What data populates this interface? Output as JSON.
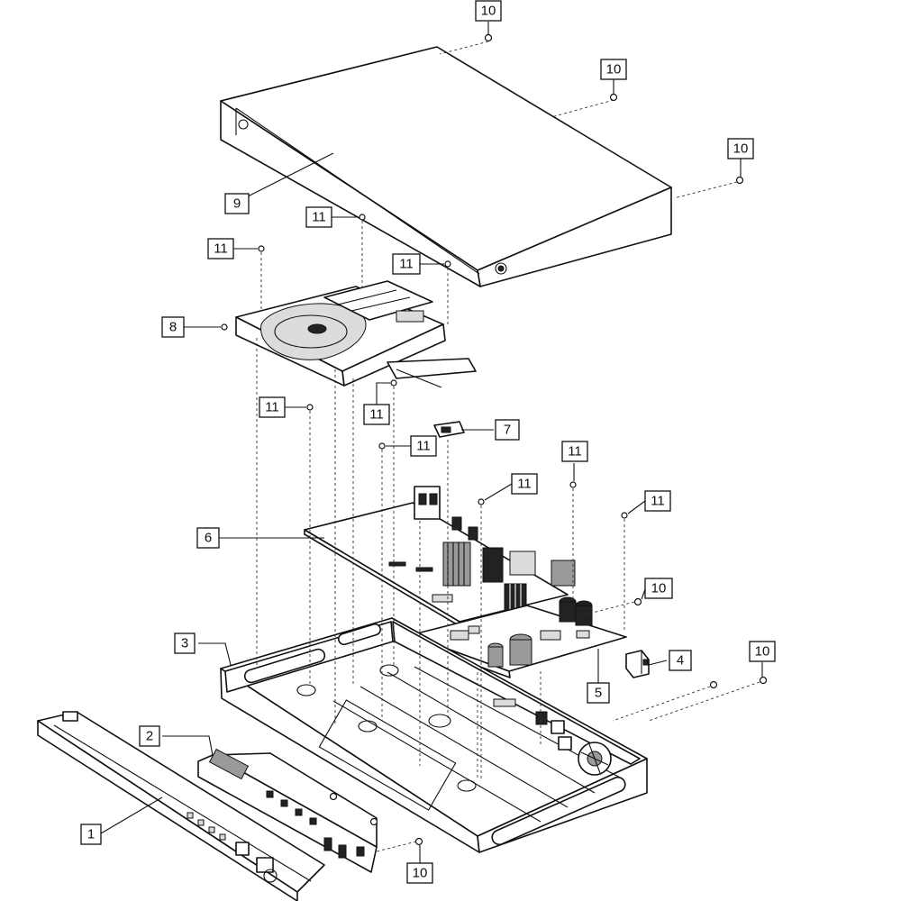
{
  "callouts": [
    {
      "id": "c1",
      "label": "1"
    },
    {
      "id": "c2",
      "label": "2"
    },
    {
      "id": "c3",
      "label": "3"
    },
    {
      "id": "c4",
      "label": "4"
    },
    {
      "id": "c5",
      "label": "5"
    },
    {
      "id": "c6",
      "label": "6"
    },
    {
      "id": "c7",
      "label": "7"
    },
    {
      "id": "c8",
      "label": "8"
    },
    {
      "id": "c9",
      "label": "9"
    },
    {
      "id": "c10a",
      "label": "10"
    },
    {
      "id": "c10b",
      "label": "10"
    },
    {
      "id": "c10c",
      "label": "10"
    },
    {
      "id": "c10d",
      "label": "10"
    },
    {
      "id": "c10e",
      "label": "10"
    },
    {
      "id": "c10f",
      "label": "10"
    },
    {
      "id": "c11a",
      "label": "11"
    },
    {
      "id": "c11b",
      "label": "11"
    },
    {
      "id": "c11c",
      "label": "11"
    },
    {
      "id": "c11d",
      "label": "11"
    },
    {
      "id": "c11e",
      "label": "11"
    },
    {
      "id": "c11f",
      "label": "11"
    },
    {
      "id": "c11g",
      "label": "11"
    },
    {
      "id": "c11h",
      "label": "11"
    },
    {
      "id": "c11i",
      "label": "11"
    }
  ]
}
